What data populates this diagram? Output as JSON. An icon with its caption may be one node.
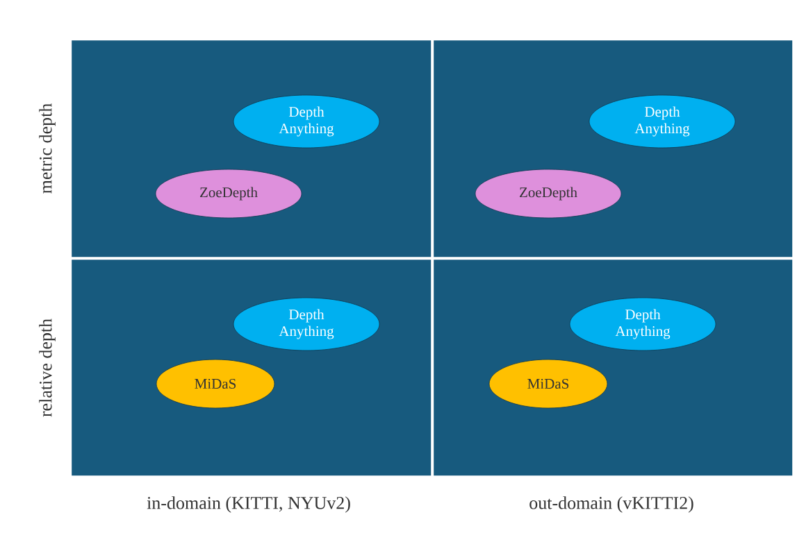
{
  "diagram": {
    "nodes": [
      {
        "text": [],
        "shape": "box"
      },
      {
        "text": [
          "Depth Anything"
        ],
        "in": 0
      },
      {
        "text": [
          "ZoeDepth"
        ],
        "in": 0
      },
      {
        "text": [],
        "shape": "box"
      },
      {
        "text": [
          "Depth Anything"
        ],
        "in": 3
      },
      {
        "text": [
          "ZoeDepth"
        ],
        "in": 3
      },
      {
        "text": [],
        "shape": "box"
      },
      {
        "text": [
          "Depth Anything"
        ],
        "in": 6
      },
      {
        "text": [
          "MiDaS"
        ],
        "in": 6
      },
      {
        "text": [],
        "shape": "box"
      },
      {
        "text": [
          "Depth Anything"
        ],
        "in": 9
      },
      {
        "text": [
          "MiDaS"
        ],
        "in": 9
      }
    ],
    "labels": [
      "metric depth",
      "relative depth",
      "in-domain (KITTI, NYUv2)",
      "out-domain (vKITTI2)"
    ]
  }
}
